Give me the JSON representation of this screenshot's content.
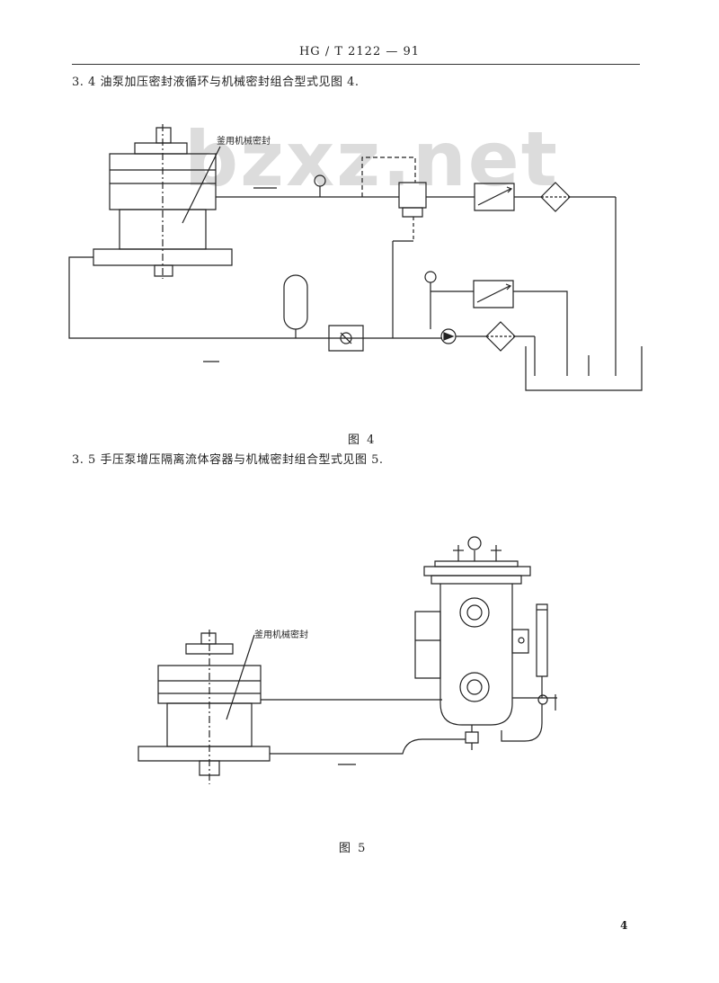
{
  "header": {
    "doc_code": "HG / T 2122 — 91"
  },
  "watermark": {
    "text": "bzxz.net"
  },
  "section_3_4": {
    "text": "3. 4   油泵加压密封液循环与机械密封组合型式见图 4.",
    "figure_caption": "图   4",
    "seal_label": "釜用机械密封"
  },
  "section_3_5": {
    "text": "3. 5   手压泵增压隔离流体容器与机械密封组合型式见图 5.",
    "figure_caption": "图   5",
    "seal_label": "釜用机械密封"
  },
  "page_number": "4"
}
